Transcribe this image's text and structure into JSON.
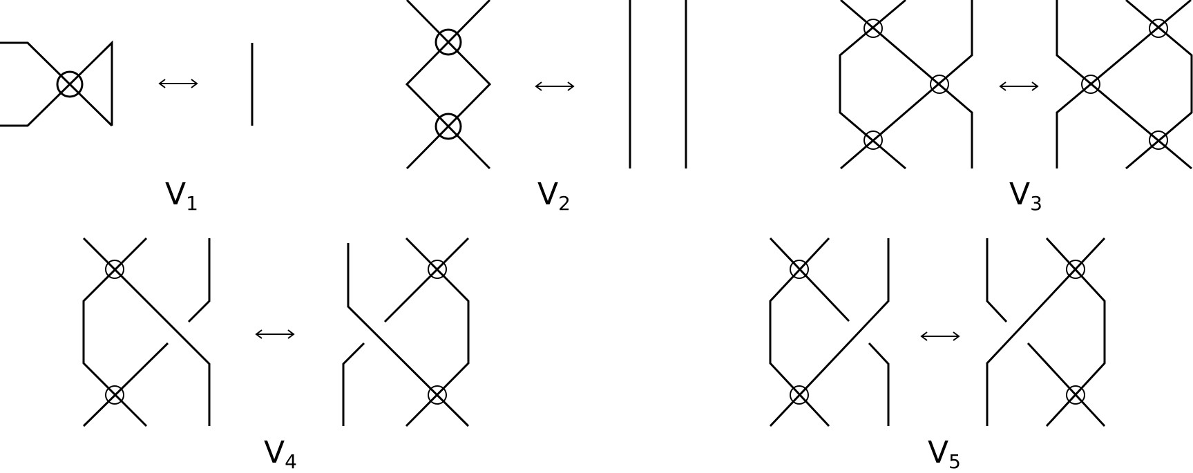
{
  "labels": {
    "v1": {
      "main": "V",
      "sub": "1"
    },
    "v2": {
      "main": "V",
      "sub": "2"
    },
    "v3": {
      "main": "V",
      "sub": "3"
    },
    "v4": {
      "main": "V",
      "sub": "4"
    },
    "v5": {
      "main": "V",
      "sub": "5"
    }
  },
  "colors": {
    "ink": "#000000",
    "background": "#ffffff"
  }
}
